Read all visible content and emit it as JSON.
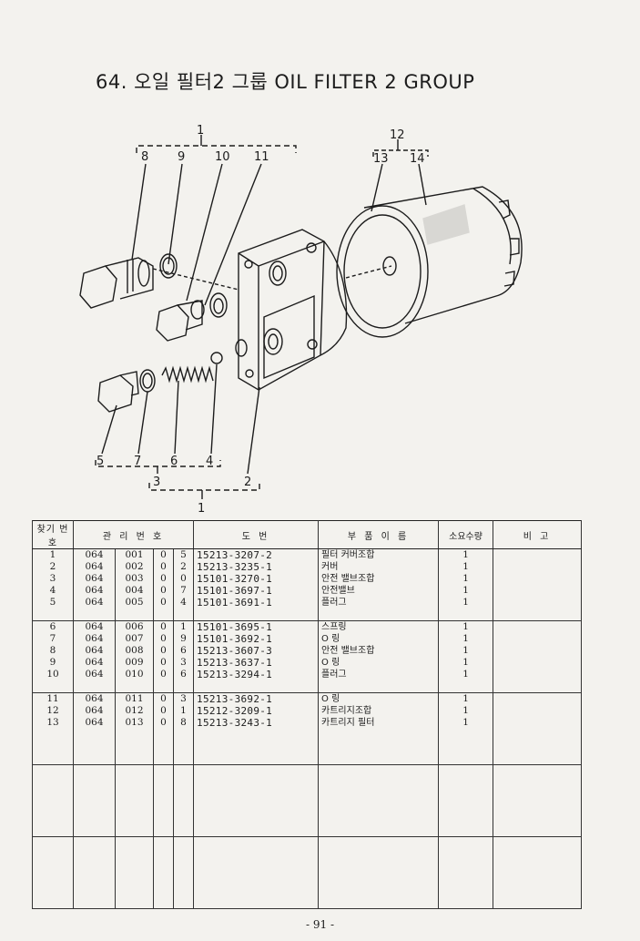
{
  "page_title": "64. 오일  필터2 그룹    OIL FILTER 2 GROUP",
  "callouts": {
    "c1_top": "1",
    "c8": "8",
    "c9": "9",
    "c10": "10",
    "c11": "11",
    "c12": "12",
    "c13": "13",
    "c14": "14",
    "c5": "5",
    "c7": "7",
    "c6": "6",
    "c4": "4",
    "c3": "3",
    "c2": "2",
    "c1_bottom": "1"
  },
  "table": {
    "headers": {
      "ref": "찾기 번호",
      "mgmt": "관 리 번 호",
      "drawing": "도        번",
      "name": "부 품 이 름",
      "qty": "소요수량",
      "remarks": "비    고"
    },
    "groups": [
      {
        "ref": [
          "1",
          "2",
          "3",
          "4",
          "5"
        ],
        "m1": [
          "064",
          "064",
          "064",
          "064",
          "064"
        ],
        "m2": [
          "001",
          "002",
          "003",
          "004",
          "005"
        ],
        "m3": [
          "0",
          "0",
          "0",
          "0",
          "0"
        ],
        "m4": [
          "5",
          "2",
          "0",
          "7",
          "4"
        ],
        "drawing": [
          "15213-3207-2",
          "15213-3235-1",
          "15101-3270-1",
          "15101-3697-1",
          "15101-3691-1"
        ],
        "name": [
          "필터 커버조합",
          "커버",
          "안전 밸브조합",
          "안전밸브",
          "플러그"
        ],
        "qty": [
          "1",
          "1",
          "1",
          "1",
          "1"
        ]
      },
      {
        "ref": [
          "6",
          "7",
          "8",
          "9",
          "10"
        ],
        "m1": [
          "064",
          "064",
          "064",
          "064",
          "064"
        ],
        "m2": [
          "006",
          "007",
          "008",
          "009",
          "010"
        ],
        "m3": [
          "0",
          "0",
          "0",
          "0",
          "0"
        ],
        "m4": [
          "1",
          "9",
          "6",
          "3",
          "6"
        ],
        "drawing": [
          "15101-3695-1",
          "15101-3692-1",
          "15213-3607-3",
          "15213-3637-1",
          "15213-3294-1"
        ],
        "name": [
          "스프링",
          "O 링",
          "안전 밸브조합",
          "O 링",
          "플러그"
        ],
        "qty": [
          "1",
          "1",
          "1",
          "1",
          "1"
        ]
      },
      {
        "ref": [
          "11",
          "12",
          "13"
        ],
        "m1": [
          "064",
          "064",
          "064"
        ],
        "m2": [
          "011",
          "012",
          "013"
        ],
        "m3": [
          "0",
          "0",
          "0"
        ],
        "m4": [
          "3",
          "1",
          "8"
        ],
        "drawing": [
          "15213-3692-1",
          "15212-3209-1",
          "15213-3243-1"
        ],
        "name": [
          "O 링",
          "카트리지조합",
          "카트리지 필터"
        ],
        "qty": [
          "1",
          "1",
          "1"
        ]
      }
    ]
  },
  "page_number": "- 91 -"
}
